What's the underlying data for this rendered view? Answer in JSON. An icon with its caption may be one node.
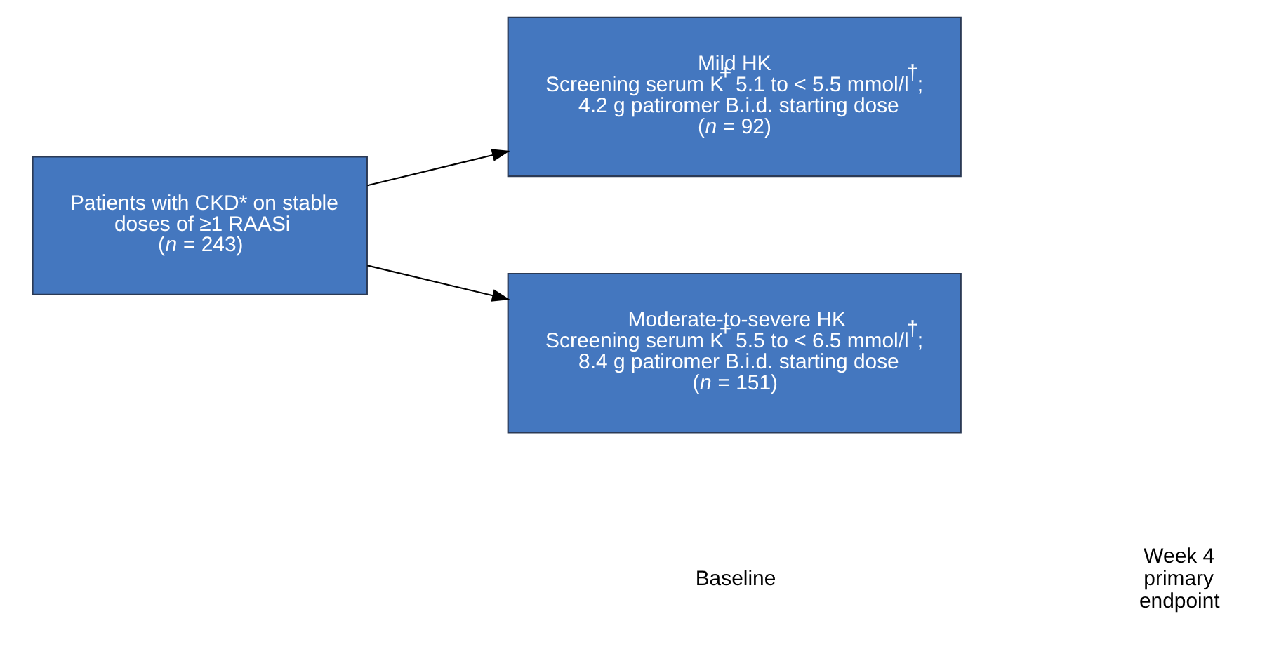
{
  "diagram": {
    "nodes": [
      {
        "text": [
          "Patients with CKD* on stable doses of ≥1 RAASi",
          "(*n* = 243)"
        ]
      },
      {
        "text": [
          "Mild HK",
          "Screening serum K$^{+}$ 5.1 to < 5.5 mmol/l$^{†}$; 4.2 g patiromer B.i.d. starting dose",
          "(*n* = 92)"
        ]
      },
      {
        "text": [
          "Moderate-to-severe HK",
          "Screening serum K$^{+}$ 5.5 to < 6.5 mmol/l$^{†}$; 8.4 g patiromer B.i.d. starting dose",
          "(*n* = 151)"
        ]
      }
    ],
    "edges": [
      {
        "from": 0,
        "to": 1,
        "arrow": "to"
      },
      {
        "from": 0,
        "to": 2,
        "arrow": "to"
      }
    ],
    "labels": [
      "Baseline",
      "Week 4 primary endpoint"
    ]
  }
}
